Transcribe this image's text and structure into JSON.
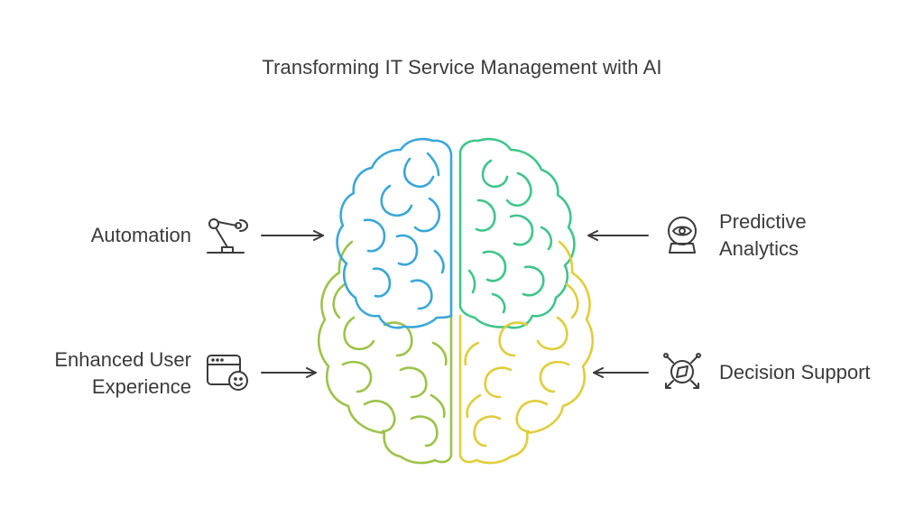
{
  "title": "Transforming IT Service Management with AI",
  "items": [
    {
      "id": "automation",
      "lines": [
        "Automation"
      ],
      "icon": "robotic-arm-icon",
      "side": "left"
    },
    {
      "id": "enhanced-user-experience",
      "lines": [
        "Enhanced User",
        "Experience"
      ],
      "icon": "browser-user-icon",
      "side": "left"
    },
    {
      "id": "predictive-analytics",
      "lines": [
        "Predictive",
        "Analytics"
      ],
      "icon": "crystal-ball-eye-icon",
      "side": "right"
    },
    {
      "id": "decision-support",
      "lines": [
        "Decision Support"
      ],
      "icon": "compass-arrows-icon",
      "side": "right"
    }
  ],
  "colors": {
    "blue": "#3aa7d6",
    "green": "#3fc58a",
    "lime": "#9dc24a",
    "yellow": "#e0cd3a",
    "text": "#3b3b3b",
    "icon": "#3b3b3b"
  }
}
